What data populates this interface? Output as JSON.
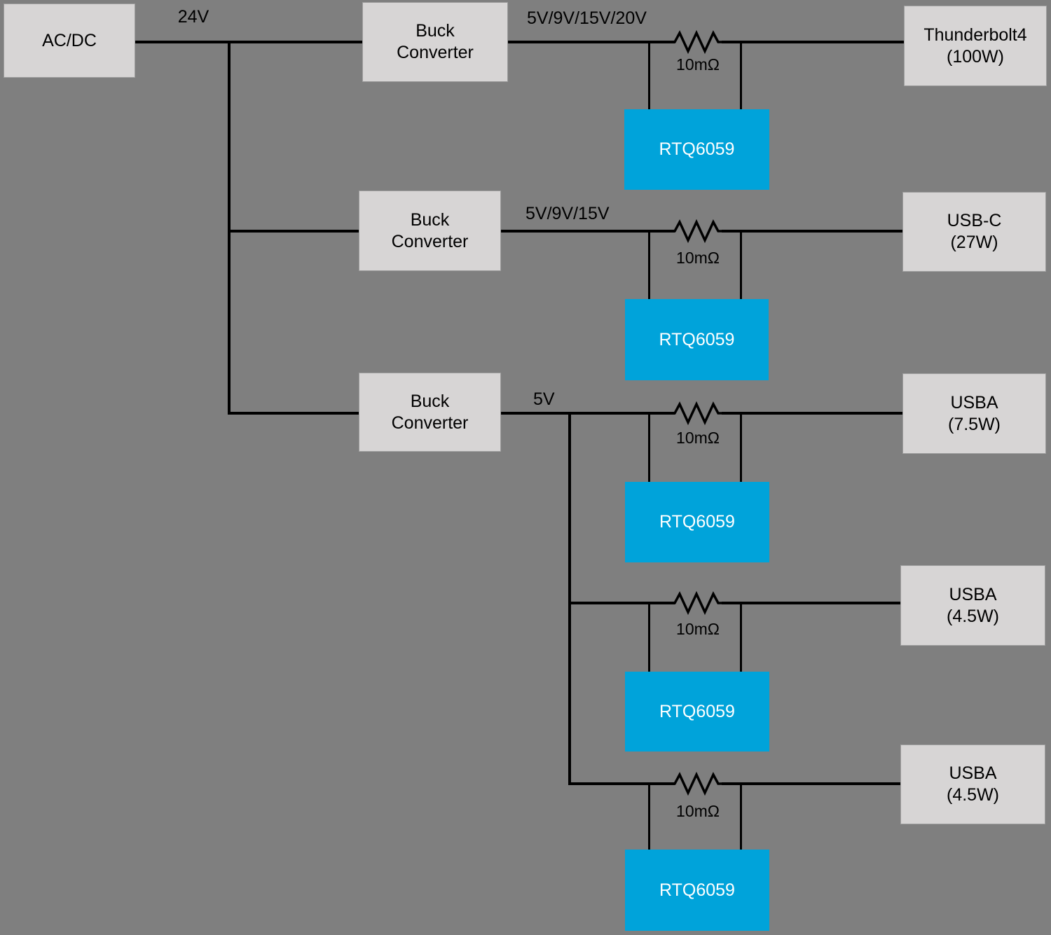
{
  "diagram": {
    "source": {
      "label": "AC/DC"
    },
    "input_rail": {
      "label": "24V"
    },
    "converters": [
      {
        "line1": "Buck",
        "line2": "Converter"
      },
      {
        "line1": "Buck",
        "line2": "Converter"
      },
      {
        "line1": "Buck",
        "line2": "Converter"
      }
    ],
    "output_rails": [
      {
        "label": "5V/9V/15V/20V"
      },
      {
        "label": "5V/9V/15V"
      },
      {
        "label": "5V"
      }
    ],
    "shunts": [
      {
        "label": "10mΩ"
      },
      {
        "label": "10mΩ"
      },
      {
        "label": "10mΩ"
      },
      {
        "label": "10mΩ"
      },
      {
        "label": "10mΩ"
      }
    ],
    "monitors": [
      {
        "label": "RTQ6059"
      },
      {
        "label": "RTQ6059"
      },
      {
        "label": "RTQ6059"
      },
      {
        "label": "RTQ6059"
      },
      {
        "label": "RTQ6059"
      }
    ],
    "loads": [
      {
        "line1": "Thunderbolt4",
        "line2": "(100W)"
      },
      {
        "line1": "USB-C",
        "line2": "(27W)"
      },
      {
        "line1": "USBA",
        "line2": "(7.5W)"
      },
      {
        "line1": "USBA",
        "line2": "(4.5W)"
      },
      {
        "line1": "USBA",
        "line2": "(4.5W)"
      }
    ],
    "colors": {
      "background": "#7f7f7f",
      "block_fill": "#d7d5d5",
      "monitor_fill": "#00a3da",
      "monitor_text": "#ffffff",
      "wire": "#000000",
      "label_text": "#000000"
    }
  }
}
